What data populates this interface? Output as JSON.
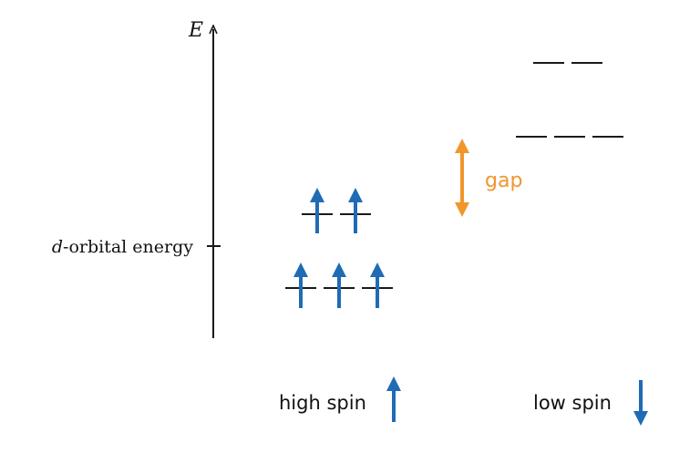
{
  "axis": {
    "label": "E",
    "tick_label_prefix": "d",
    "tick_label_suffix": "-orbital energy"
  },
  "high_spin": {
    "label": "high spin",
    "upper_level_count": 2,
    "lower_level_count": 3,
    "electrons_upper": 2,
    "electrons_lower": 3
  },
  "low_spin": {
    "label": "low spin",
    "upper_level_count": 2,
    "lower_level_count": 3
  },
  "gap": {
    "label": "gap"
  },
  "colors": {
    "axis": "#1a1a1a",
    "level": "#1a1a1a",
    "electron_arrow": "#1f6bb5",
    "gap": "#f0962b",
    "text": "#111111"
  }
}
